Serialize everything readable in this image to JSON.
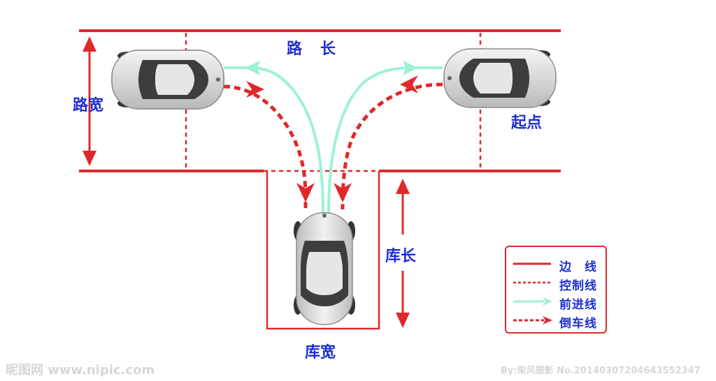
{
  "labels": {
    "road_length": "路　长",
    "road_width": "路宽",
    "start_point": "起点",
    "garage_length": "库长",
    "garage_width": "库宽"
  },
  "legend": {
    "items": [
      {
        "label": "边　线",
        "style": "solid",
        "color": "#e0282a"
      },
      {
        "label": "控制线",
        "style": "dashed",
        "color": "#e0282a"
      },
      {
        "label": "前进线",
        "style": "arrow",
        "color": "#9ef0d8"
      },
      {
        "label": "倒车线",
        "style": "dashed-arrow",
        "color": "#e0282a"
      }
    ]
  },
  "watermark": {
    "site": "昵图网 www.nipic.com",
    "credit": "By:柴风摄影 No.20140307204643552347"
  },
  "colors": {
    "edge_line": "#e0282a",
    "forward_line": "#9ef0d8",
    "label_text": "#1f2fd0"
  }
}
